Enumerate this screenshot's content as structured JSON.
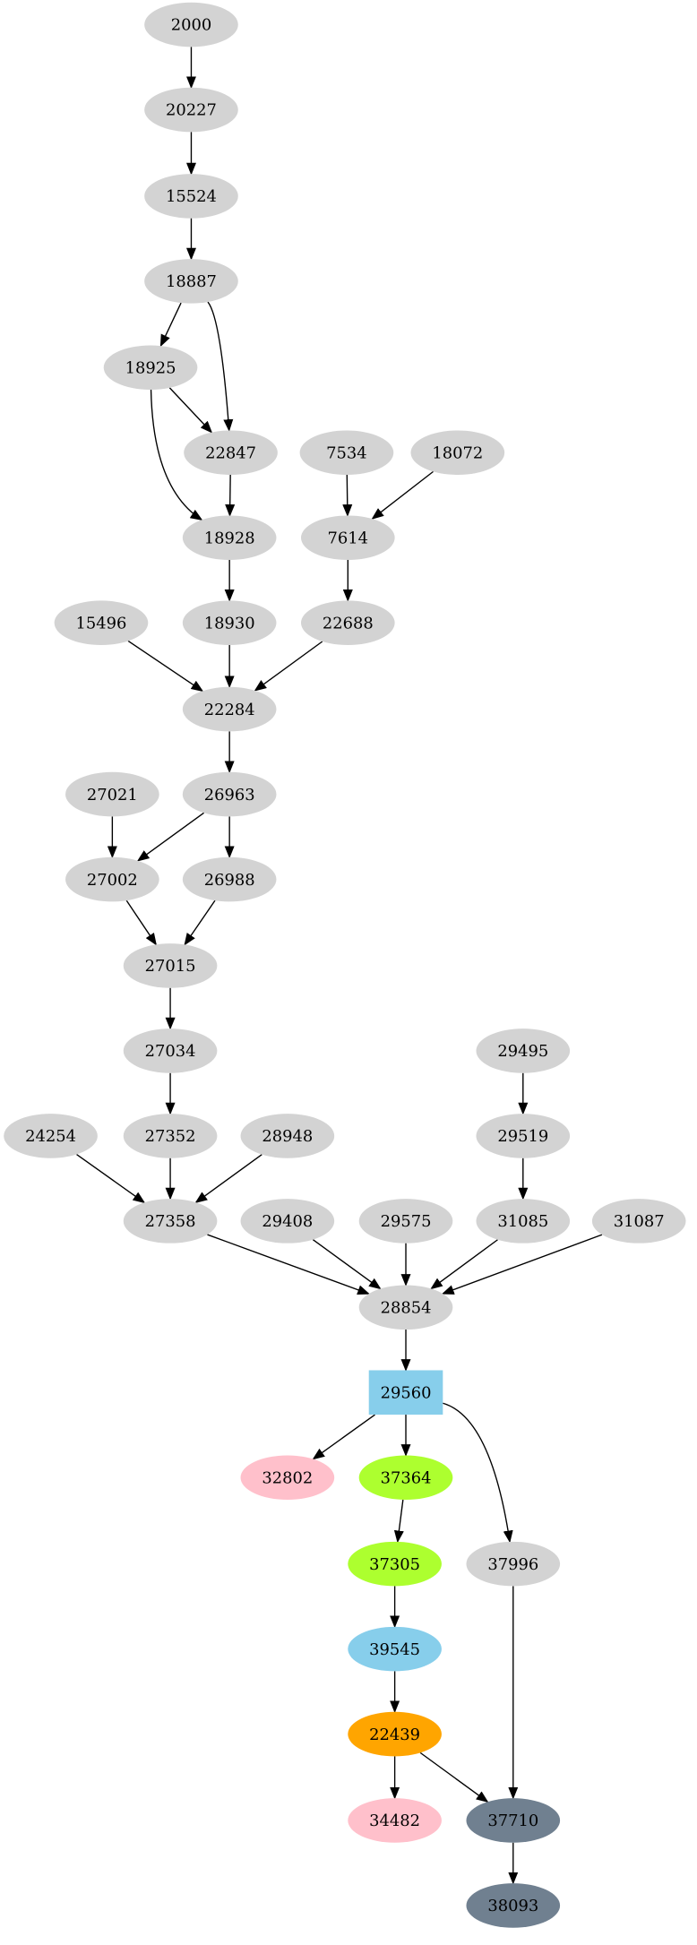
{
  "colors": {
    "default": "#d3d3d3",
    "skyblue": "#87ceeb",
    "pink": "#ffc0cb",
    "greenyellow": "#adff2f",
    "orange": "#ffa500",
    "slategray": "#708090",
    "edge": "#000000"
  },
  "nodes": [
    {
      "id": "2000",
      "label": "2000"
    },
    {
      "id": "20227",
      "label": "20227"
    },
    {
      "id": "15524",
      "label": "15524"
    },
    {
      "id": "18887",
      "label": "18887"
    },
    {
      "id": "18925",
      "label": "18925"
    },
    {
      "id": "22847",
      "label": "22847"
    },
    {
      "id": "7534",
      "label": "7534"
    },
    {
      "id": "18072",
      "label": "18072"
    },
    {
      "id": "18928",
      "label": "18928"
    },
    {
      "id": "7614",
      "label": "7614"
    },
    {
      "id": "15496",
      "label": "15496"
    },
    {
      "id": "18930",
      "label": "18930"
    },
    {
      "id": "22688",
      "label": "22688"
    },
    {
      "id": "22284",
      "label": "22284"
    },
    {
      "id": "27021",
      "label": "27021"
    },
    {
      "id": "26963",
      "label": "26963"
    },
    {
      "id": "27002",
      "label": "27002"
    },
    {
      "id": "26988",
      "label": "26988"
    },
    {
      "id": "27015",
      "label": "27015"
    },
    {
      "id": "27034",
      "label": "27034"
    },
    {
      "id": "29495",
      "label": "29495"
    },
    {
      "id": "24254",
      "label": "24254"
    },
    {
      "id": "27352",
      "label": "27352"
    },
    {
      "id": "28948",
      "label": "28948"
    },
    {
      "id": "29519",
      "label": "29519"
    },
    {
      "id": "27358",
      "label": "27358"
    },
    {
      "id": "29408",
      "label": "29408"
    },
    {
      "id": "29575",
      "label": "29575"
    },
    {
      "id": "31085",
      "label": "31085"
    },
    {
      "id": "31087",
      "label": "31087"
    },
    {
      "id": "28854",
      "label": "28854"
    },
    {
      "id": "29560",
      "label": "29560",
      "shape": "box",
      "color": "skyblue"
    },
    {
      "id": "32802",
      "label": "32802",
      "color": "pink"
    },
    {
      "id": "37364",
      "label": "37364",
      "color": "greenyellow"
    },
    {
      "id": "37305",
      "label": "37305",
      "color": "greenyellow"
    },
    {
      "id": "37996",
      "label": "37996"
    },
    {
      "id": "39545",
      "label": "39545",
      "color": "skyblue"
    },
    {
      "id": "22439",
      "label": "22439",
      "color": "orange"
    },
    {
      "id": "34482",
      "label": "34482",
      "color": "pink"
    },
    {
      "id": "37710",
      "label": "37710",
      "color": "slategray"
    },
    {
      "id": "38093",
      "label": "38093",
      "color": "slategray"
    }
  ],
  "edges": [
    [
      "2000",
      "20227"
    ],
    [
      "20227",
      "15524"
    ],
    [
      "15524",
      "18887"
    ],
    [
      "18887",
      "18925"
    ],
    [
      "18887",
      "22847"
    ],
    [
      "18925",
      "22847"
    ],
    [
      "18925",
      "18928"
    ],
    [
      "22847",
      "18928"
    ],
    [
      "7534",
      "7614"
    ],
    [
      "18072",
      "7614"
    ],
    [
      "18928",
      "18930"
    ],
    [
      "7614",
      "22688"
    ],
    [
      "15496",
      "22284"
    ],
    [
      "18930",
      "22284"
    ],
    [
      "22688",
      "22284"
    ],
    [
      "22284",
      "26963"
    ],
    [
      "27021",
      "27002"
    ],
    [
      "26963",
      "27002"
    ],
    [
      "26963",
      "26988"
    ],
    [
      "27002",
      "27015"
    ],
    [
      "26988",
      "27015"
    ],
    [
      "27015",
      "27034"
    ],
    [
      "27034",
      "27352"
    ],
    [
      "29495",
      "29519"
    ],
    [
      "24254",
      "27358"
    ],
    [
      "27352",
      "27358"
    ],
    [
      "28948",
      "27358"
    ],
    [
      "29519",
      "31085"
    ],
    [
      "27358",
      "28854"
    ],
    [
      "29408",
      "28854"
    ],
    [
      "29575",
      "28854"
    ],
    [
      "31085",
      "28854"
    ],
    [
      "31087",
      "28854"
    ],
    [
      "28854",
      "29560"
    ],
    [
      "29560",
      "32802"
    ],
    [
      "29560",
      "37364"
    ],
    [
      "29560",
      "37996"
    ],
    [
      "37364",
      "37305"
    ],
    [
      "37305",
      "39545"
    ],
    [
      "39545",
      "22439"
    ],
    [
      "22439",
      "34482"
    ],
    [
      "22439",
      "37710"
    ],
    [
      "37996",
      "37710"
    ],
    [
      "37710",
      "38093"
    ]
  ]
}
